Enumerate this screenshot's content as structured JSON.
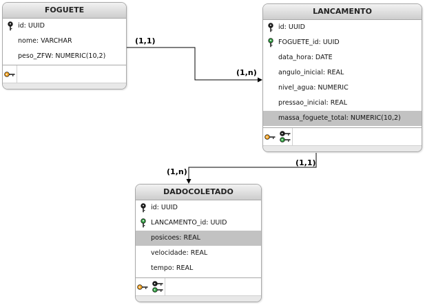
{
  "entities": {
    "foguete": {
      "name": "FOGUETE",
      "attributes": [
        {
          "text": "id: UUID",
          "key": "primary"
        },
        {
          "text": "nome: VARCHAR",
          "key": ""
        },
        {
          "text": "peso_ZFW: NUMERIC(10,2)",
          "key": ""
        }
      ],
      "footer_icons": [
        "primary-key-icon"
      ]
    },
    "lancamento": {
      "name": "LANCAMENTO",
      "attributes": [
        {
          "text": "id: UUID",
          "key": "primary"
        },
        {
          "text": "FOGUETE_id: UUID",
          "key": "foreign"
        },
        {
          "text": "data_hora: DATE",
          "key": ""
        },
        {
          "text": "angulo_inicial: REAL",
          "key": ""
        },
        {
          "text": "nivel_agua: NUMERIC",
          "key": ""
        },
        {
          "text": "pressao_inicial: REAL",
          "key": ""
        },
        {
          "text": "massa_foguete_total: NUMERIC(10,2)",
          "key": "",
          "selected": true
        }
      ],
      "footer_icons": [
        "primary-key-icon",
        "foreign-key-icon"
      ]
    },
    "dadocoletado": {
      "name": "DADOCOLETADO",
      "attributes": [
        {
          "text": "id: UUID",
          "key": "primary"
        },
        {
          "text": "LANCAMENTO_id: UUID",
          "key": "foreign"
        },
        {
          "text": "posicoes: REAL",
          "key": "",
          "selected": true
        },
        {
          "text": "velocidade: REAL",
          "key": ""
        },
        {
          "text": "tempo: REAL",
          "key": ""
        }
      ],
      "footer_icons": [
        "primary-key-icon",
        "foreign-key-icon"
      ]
    }
  },
  "relationships": {
    "foguete_lancamento": {
      "source_card": "(1,1)",
      "target_card": "(1,n)"
    },
    "lancamento_dadocoletado": {
      "source_card": "(1,1)",
      "target_card": "(1,n)"
    }
  },
  "colors": {
    "primary_key": "#f0a020",
    "foreign_key": "#2e9e3e",
    "selected_row": "#c2c2c2",
    "header": "#dcdcdc"
  }
}
